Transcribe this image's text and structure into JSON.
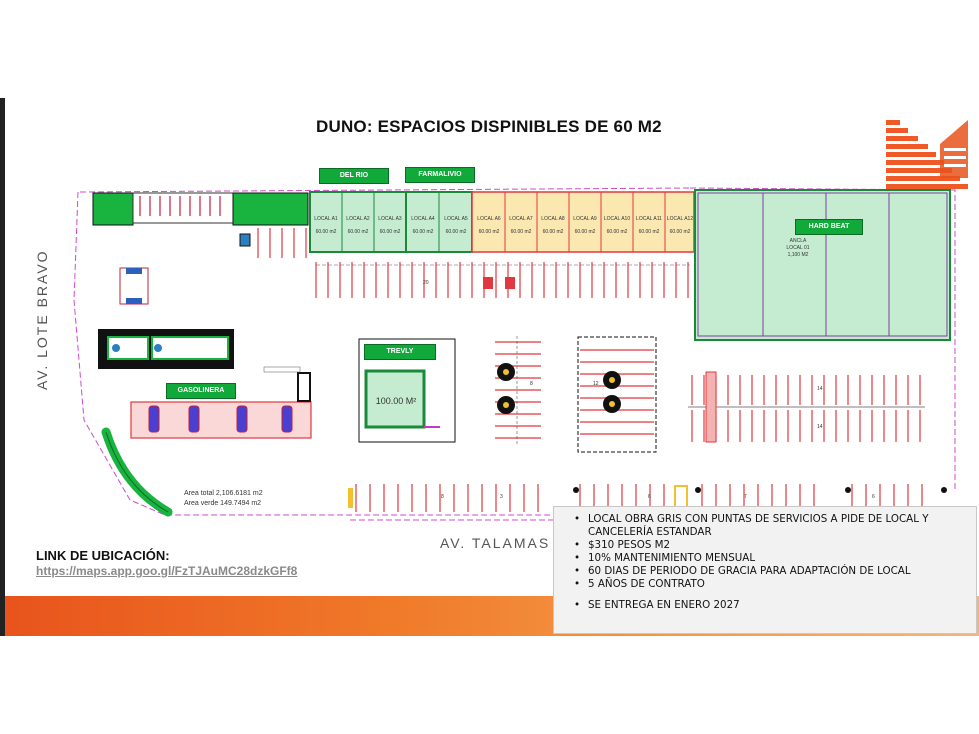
{
  "title": "DUNO: ESPACIOS DISPINIBLES DE 60 M2",
  "labels": {
    "del_rio": "DEL RIO",
    "farmalivio": "FARMALIVIO",
    "hard_beat": "HARD BEAT",
    "trevly": "TREVLY",
    "gasolinera": "GASOLINERA"
  },
  "locales": [
    {
      "name": "LOCAL A1",
      "area": "60.00 m2"
    },
    {
      "name": "LOCAL A2",
      "area": "60.00 m2"
    },
    {
      "name": "LOCAL A3",
      "area": "60.00 m2"
    },
    {
      "name": "LOCAL A4",
      "area": "60.00 m2"
    },
    {
      "name": "LOCAL A5",
      "area": "60.00 m2"
    },
    {
      "name": "LOCAL A6",
      "area": "60.00 m2"
    },
    {
      "name": "LOCAL A7",
      "area": "60.00 m2"
    },
    {
      "name": "LOCAL A8",
      "area": "60.00 m2"
    },
    {
      "name": "LOCAL A9",
      "area": "60.00 m2"
    },
    {
      "name": "LOCAL A10",
      "area": "60.00 m2"
    },
    {
      "name": "LOCAL A11",
      "area": "60.00 m2"
    },
    {
      "name": "LOCAL A12",
      "area": "60.00 m2"
    }
  ],
  "ancla": {
    "line1": "ANCLA",
    "line2": "LOCAL 01",
    "line3": "1,100 M2"
  },
  "trevly_area": "100.00 M²",
  "streets": {
    "vertical": "AV. LOTE BRAVO",
    "horizontal": "AV. TALAMAS"
  },
  "area_total": "Area total 2,106.6181 m2",
  "area_verde": "Area verde 149.7494 m2",
  "parking_numbers": [
    "20",
    "8",
    "12",
    "14",
    "14",
    "8",
    "3",
    "6",
    "7",
    "6"
  ],
  "link": {
    "title": "LINK DE UBICACIÓN:",
    "url": "https://maps.app.goo.gl/FzTJAuMC28dzkGFf8"
  },
  "info": [
    "LOCAL OBRA GRIS CON PUNTAS DE SERVICIOS A PIDE DE LOCAL Y CANCELERÍA ESTANDAR",
    "$310 PESOS M2",
    "10% MANTENIMIENTO MENSUAL",
    "60 DIAS DE PERIODO DE GRACIA PARA ADAPTACIÓN DE LOCAL",
    "5 AÑOS DE CONTRATO",
    "SE ENTREGA EN ENERO 2027"
  ],
  "colors": {
    "available": "#fbe8b0",
    "occupied": "#c5ecd0",
    "brand_green": "#12a93b",
    "accent_orange": "#e8541c",
    "parking_red": "#e0383e"
  }
}
